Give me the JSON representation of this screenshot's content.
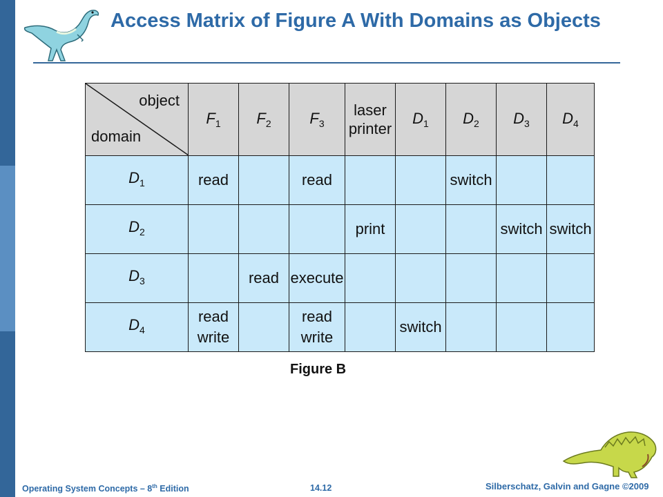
{
  "slide": {
    "title": "Access Matrix of Figure A With Domains as Objects",
    "caption": "Figure B"
  },
  "matrix": {
    "corner_object": "object",
    "corner_domain": "domain",
    "columns": [
      {
        "base": "F",
        "sub": "1"
      },
      {
        "base": "F",
        "sub": "2"
      },
      {
        "base": "F",
        "sub": "3"
      },
      {
        "line1": "laser",
        "line2": "printer"
      },
      {
        "base": "D",
        "sub": "1"
      },
      {
        "base": "D",
        "sub": "2"
      },
      {
        "base": "D",
        "sub": "3"
      },
      {
        "base": "D",
        "sub": "4"
      }
    ],
    "rows": [
      {
        "base": "D",
        "sub": "1",
        "cells": [
          "read",
          "",
          "read",
          "",
          "",
          "switch",
          "",
          ""
        ]
      },
      {
        "base": "D",
        "sub": "2",
        "cells": [
          "",
          "",
          "",
          "print",
          "",
          "",
          "switch",
          "switch"
        ]
      },
      {
        "base": "D",
        "sub": "3",
        "cells": [
          "",
          "read",
          "execute",
          "",
          "",
          "",
          "",
          ""
        ]
      },
      {
        "base": "D",
        "sub": "4",
        "cells": [
          [
            "read",
            "write"
          ],
          "",
          [
            "read",
            "write"
          ],
          "",
          "switch",
          "",
          "",
          ""
        ]
      }
    ]
  },
  "footer": {
    "book": "Operating System Concepts – 8",
    "book_sup": "th",
    "edition": " Edition",
    "page": "14.12",
    "copyright": "Silberschatz, Galvin and Gagne ©2009"
  },
  "colors": {
    "title": "#2e6aa7",
    "sidebar": "#336699",
    "header_fill": "#d6d6d6",
    "cell_fill": "#c9e9fa"
  },
  "icons": [
    "dinosaur-logo-top",
    "dinosaur-logo-bottom"
  ]
}
